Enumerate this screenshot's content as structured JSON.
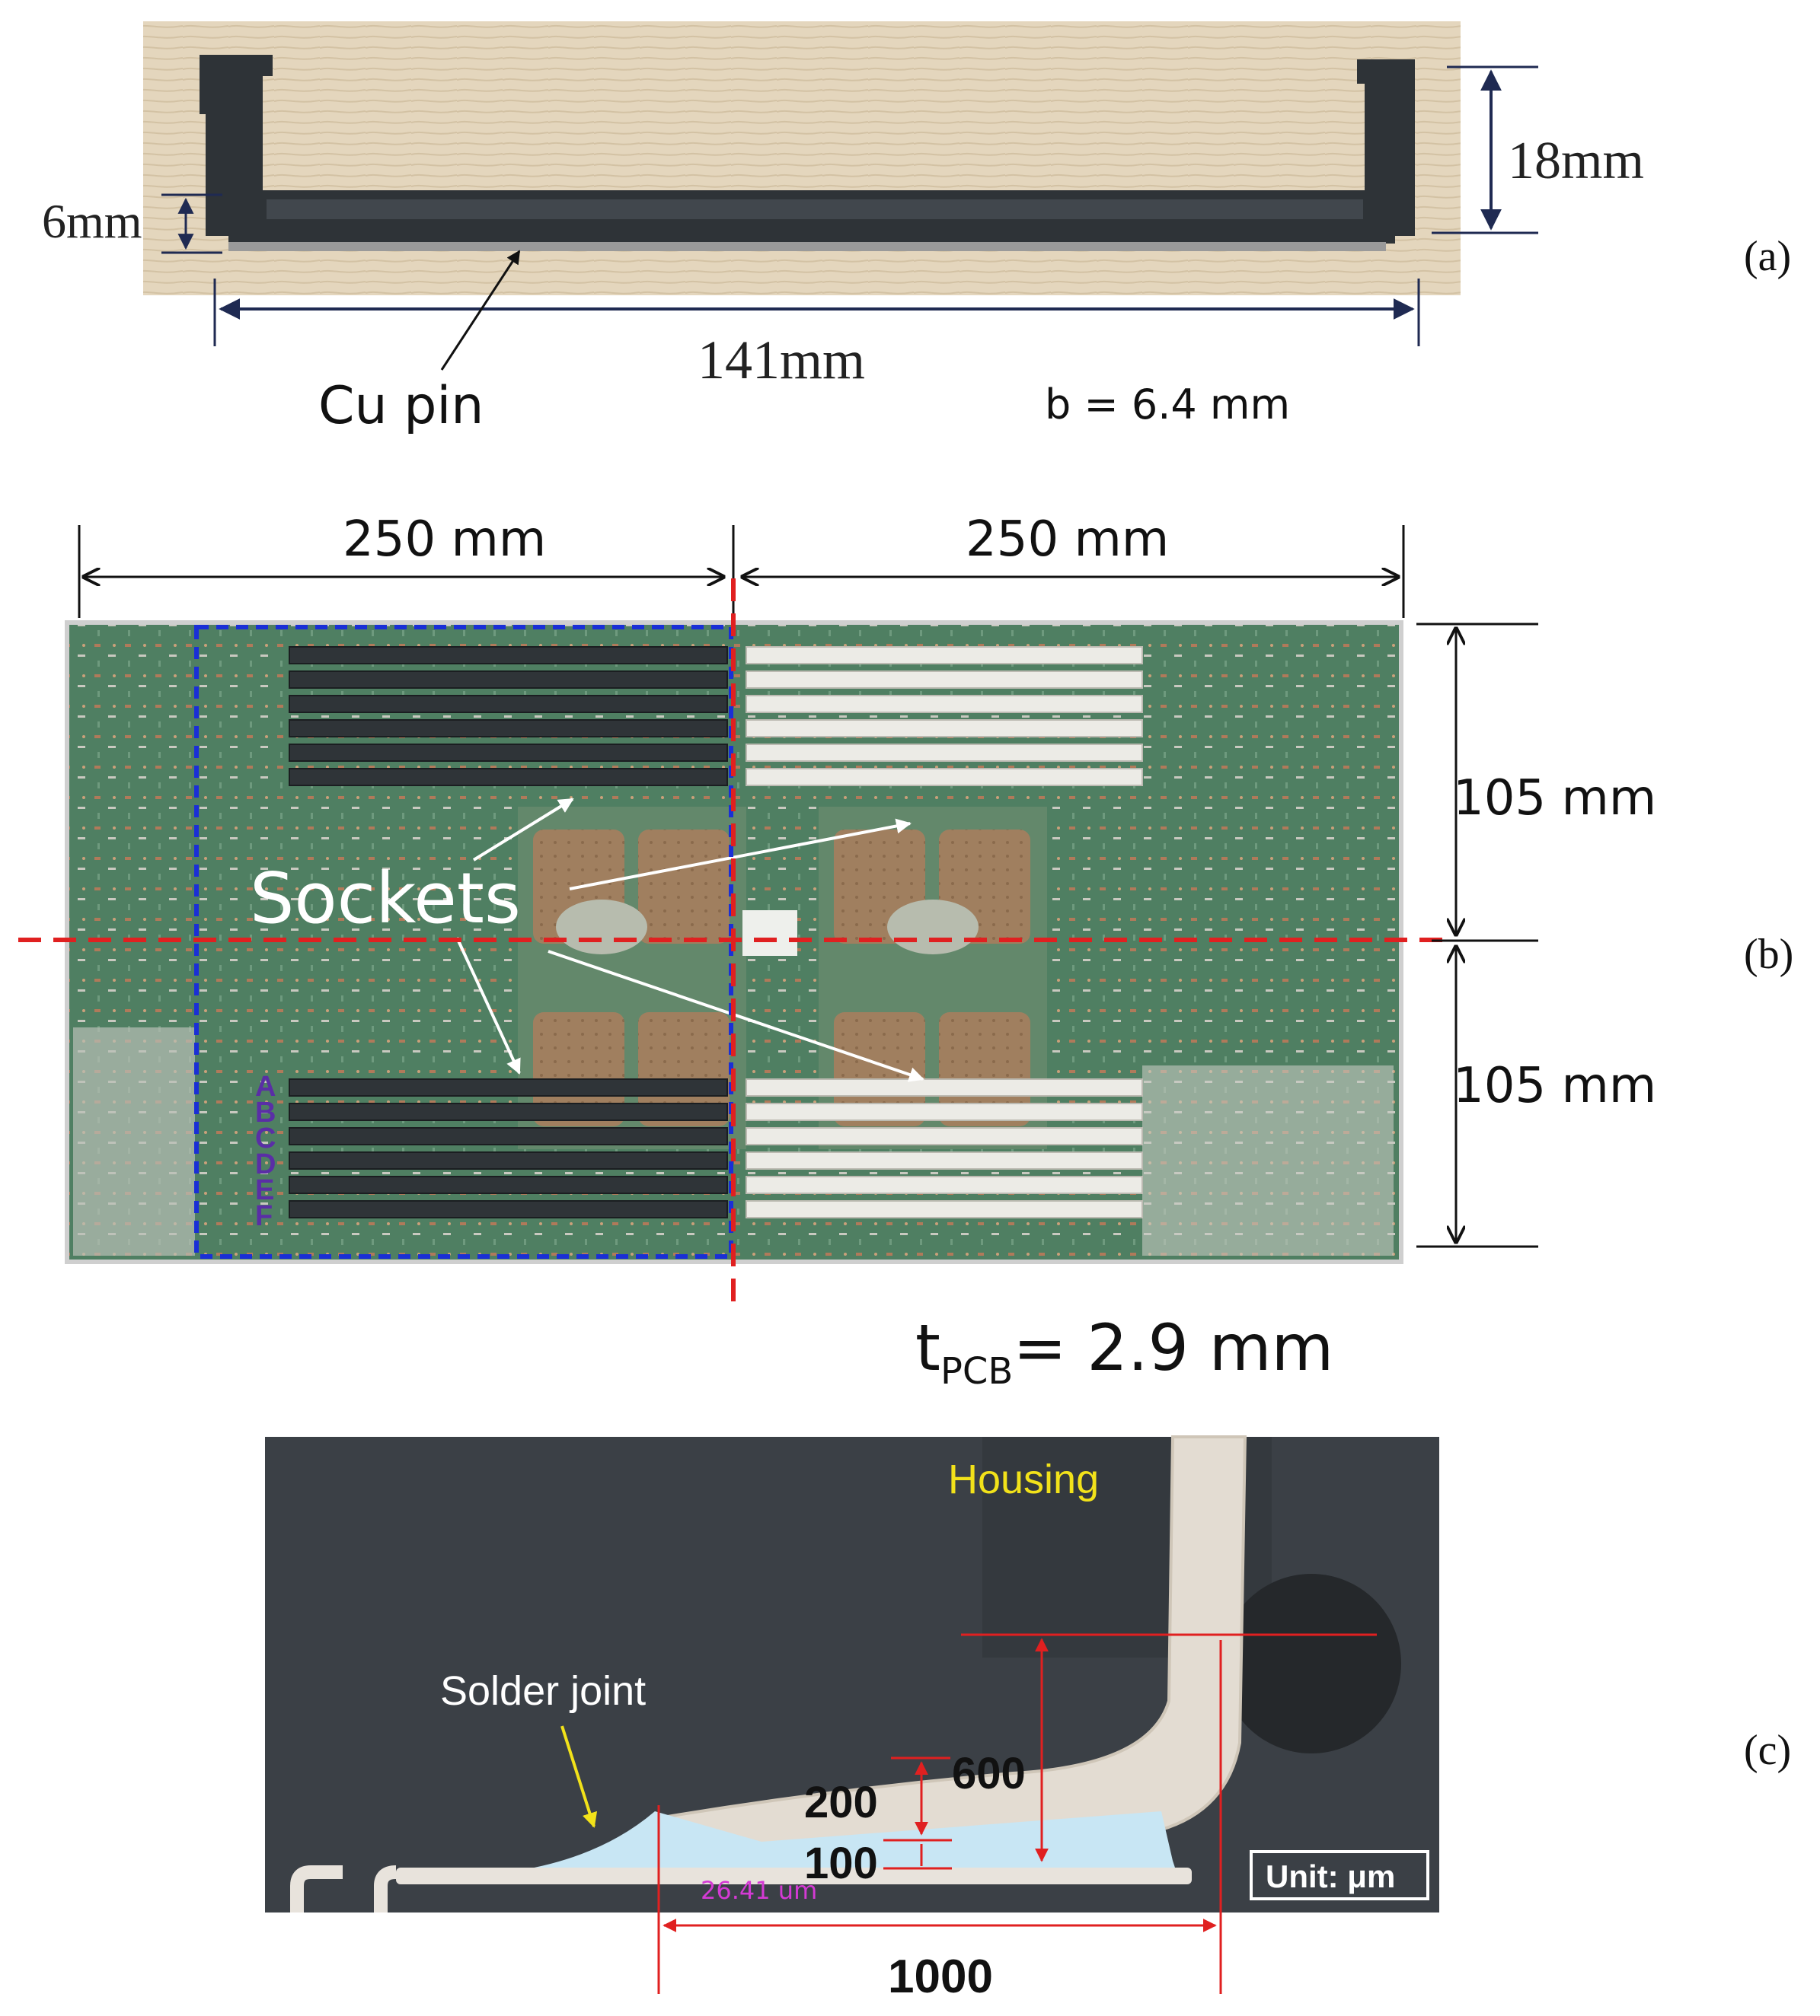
{
  "panel_a": {
    "label": "(a)",
    "dim_height": "18mm",
    "dim_pin": "6mm",
    "dim_length": "141mm",
    "callout_pin": "Cu pin",
    "dim_b": "b = 6.4 mm"
  },
  "panel_b": {
    "label": "(b)",
    "dim_left_width": "250 mm",
    "dim_right_width": "250 mm",
    "dim_top_height": "105 mm",
    "dim_bottom_height": "105 mm",
    "callout_sockets": "Sockets",
    "slot_letters": [
      "A",
      "B",
      "C",
      "D",
      "E",
      "F"
    ],
    "thickness_prefix": "t",
    "thickness_sub": "PCB",
    "thickness_value": "= 2.9 mm"
  },
  "panel_c": {
    "label": "(c)",
    "label_housing": "Housing",
    "label_solder": "Solder joint",
    "dim_600": "600",
    "dim_200": "200",
    "dim_100": "100",
    "dim_1000": "1000",
    "measure_text": "26.41 um",
    "unit_box": "Unit: μm"
  },
  "colors": {
    "dim_line_navy": "#1f2a52",
    "red_dash": "#e02020",
    "blue_dash": "#1a2fd6",
    "housing_yellow": "#f2e21a",
    "measure_magenta": "#d43ad4",
    "slot_letter_purple": "#5a2ea6"
  }
}
